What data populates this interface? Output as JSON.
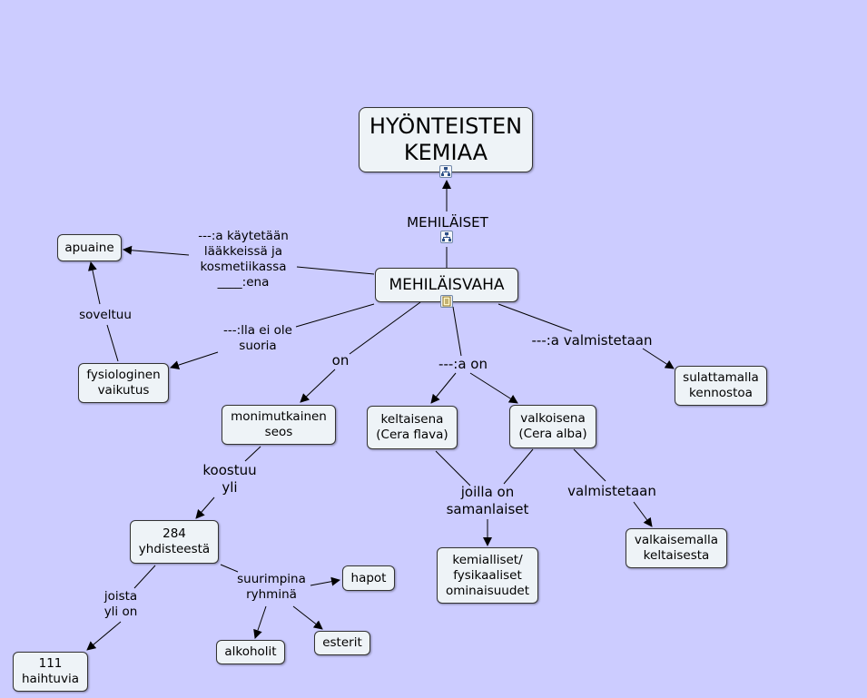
{
  "nodes": {
    "title": "HYÖNTEISTEN\nKEMIAA",
    "mehilaisvaha": "MEHILÄISVAHA",
    "apuaine": "apuaine",
    "fysiologinen": "fysiologinen\nvaikutus",
    "monimutkainen": "monimutkainen\nseos",
    "keltaisena": "keltaisena\n(Cera flava)",
    "valkoisena": "valkoisena\n(Cera alba)",
    "sulattamalla": "sulattamalla\nkennostoa",
    "yhdisteesta": "284\nyhdisteestä",
    "kemialliset": "kemialliset/\nfysikaaliset\nominaisuudet",
    "valkaisemalla": "valkaisemalla\nkeltaisesta",
    "haihtuvia": "111\nhaihtuvia",
    "alkoholit": "alkoholit",
    "esterit": "esterit",
    "hapot": "hapot"
  },
  "links": {
    "mehilaiset": "MEHILÄISET",
    "kaytetaan": "---:a käytetään\nlääkkeissä ja\nkosmetiikassa\n____:ena",
    "soveltuu": "soveltuu",
    "ei_ole": "---:lla ei ole\nsuoria",
    "on": "on",
    "a_on": "---:a on",
    "valmistetaan": "---:a valmistetaan",
    "koostuu": "koostuu\nyli",
    "joilla": "joilla on\nsamanlaiset",
    "valmistetaan2": "valmistetaan",
    "suurimpina": "suurimpina\nryhminä",
    "joista": "joista\nyli on"
  },
  "icons": [
    "submap-icon",
    "submap-icon",
    "note-icon"
  ],
  "colors": {
    "background": "#ccccff",
    "node_fill": "#eef3f7",
    "line": "#000000"
  }
}
